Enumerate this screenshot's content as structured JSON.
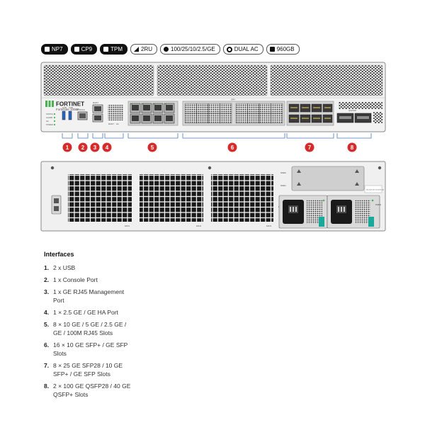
{
  "badges": [
    {
      "label": "NP7",
      "style": "dark",
      "icon": "square-icon"
    },
    {
      "label": "CP9",
      "style": "dark",
      "icon": "square-icon"
    },
    {
      "label": "TPM",
      "style": "dark",
      "icon": "square-icon"
    },
    {
      "label": "2RU",
      "style": "light",
      "icon": "rack-icon"
    },
    {
      "label": "100/25/10/2.5/GE",
      "style": "light",
      "icon": "dot-icon"
    },
    {
      "label": "DUAL AC",
      "style": "light",
      "icon": "ring-icon"
    },
    {
      "label": "960GB",
      "style": "light",
      "icon": "chip-icon"
    }
  ],
  "front": {
    "brand": "F⁠ORTINET",
    "model": "FortiGate 1000F",
    "usb_labels": [
      "USB",
      "USB"
    ],
    "console_label": "CONSOLE",
    "mgmt_label": "MGMT",
    "ha_labels": [
      "MGMT",
      "HA"
    ],
    "led_labels": [
      "STATUS",
      "ALARM",
      "HA",
      "POWER"
    ],
    "qsfp_label": "QSFP28",
    "sfp_label": "SFP+"
  },
  "callouts": [
    "1",
    "2",
    "3",
    "4",
    "5",
    "6",
    "7",
    "8"
  ],
  "back": {
    "ssd_labels": [
      "SSD2",
      "SSD1"
    ],
    "psu_labels": [
      "PWR1",
      "PWR2"
    ],
    "fan_labels": [
      "FAN1",
      "FAN2",
      "FAN3"
    ],
    "sticker": "100-240V AC 50-60Hz 4A"
  },
  "colors": {
    "accent": "#d62b2b",
    "green": "#4caf50",
    "teal": "#1aa89a"
  },
  "interfaces": {
    "title": "Interfaces",
    "items": [
      {
        "num": "1.",
        "text": "2 x USB"
      },
      {
        "num": "2.",
        "text": "1 x Console Port"
      },
      {
        "num": "3.",
        "text": "1 x GE RJ45 Management Port"
      },
      {
        "num": "4.",
        "text": "1 × 2.5 GE / GE HA Port"
      },
      {
        "num": "5.",
        "text": "8 × 10 GE / 5 GE / 2.5 GE / GE / 100M RJ45 Slots"
      },
      {
        "num": "6.",
        "text": "16 × 10 GE SFP+ / GE SFP Slots"
      },
      {
        "num": "7.",
        "text": "8 × 25 GE SFP28 / 10 GE SFP+ / GE SFP Slots"
      },
      {
        "num": "8.",
        "text": "2 × 100 GE QSFP28 / 40 GE QSFP+ Slots"
      }
    ]
  }
}
